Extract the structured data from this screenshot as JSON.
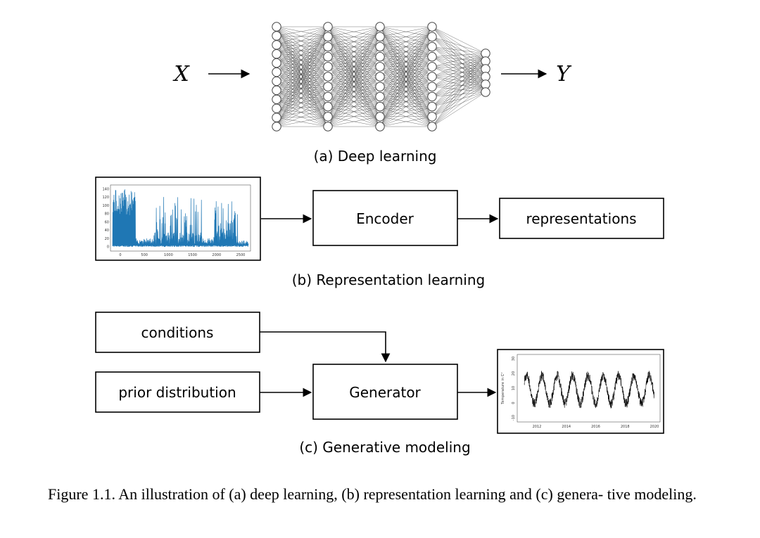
{
  "panel_a": {
    "input_label": "X",
    "output_label": "Y",
    "caption": "(a) Deep learning"
  },
  "panel_b": {
    "encoder_label": "Encoder",
    "output_label": "representations",
    "caption": "(b) Representation learning",
    "input_plot": {
      "y_ticks": [
        "140",
        "120",
        "100",
        "80",
        "60",
        "40",
        "20",
        "0"
      ],
      "x_ticks": [
        "0",
        "500",
        "1000",
        "1500",
        "2000",
        "2500"
      ],
      "line_color": "#1f77b4"
    }
  },
  "panel_c": {
    "conditions_label": "conditions",
    "prior_label": "prior distribution",
    "generator_label": "Generator",
    "caption": "(c) Generative modeling",
    "output_plot": {
      "y_axis_label": "Temperature in C°",
      "y_ticks": [
        "30",
        "20",
        "10",
        "0",
        "-10"
      ],
      "x_ticks": [
        "2012",
        "2014",
        "2016",
        "2018",
        "2020"
      ],
      "line_color": "#000000"
    }
  },
  "figure_caption": "Figure 1.1. An illustration of (a) deep learning, (b) representation learning and (c) genera- tive modeling."
}
